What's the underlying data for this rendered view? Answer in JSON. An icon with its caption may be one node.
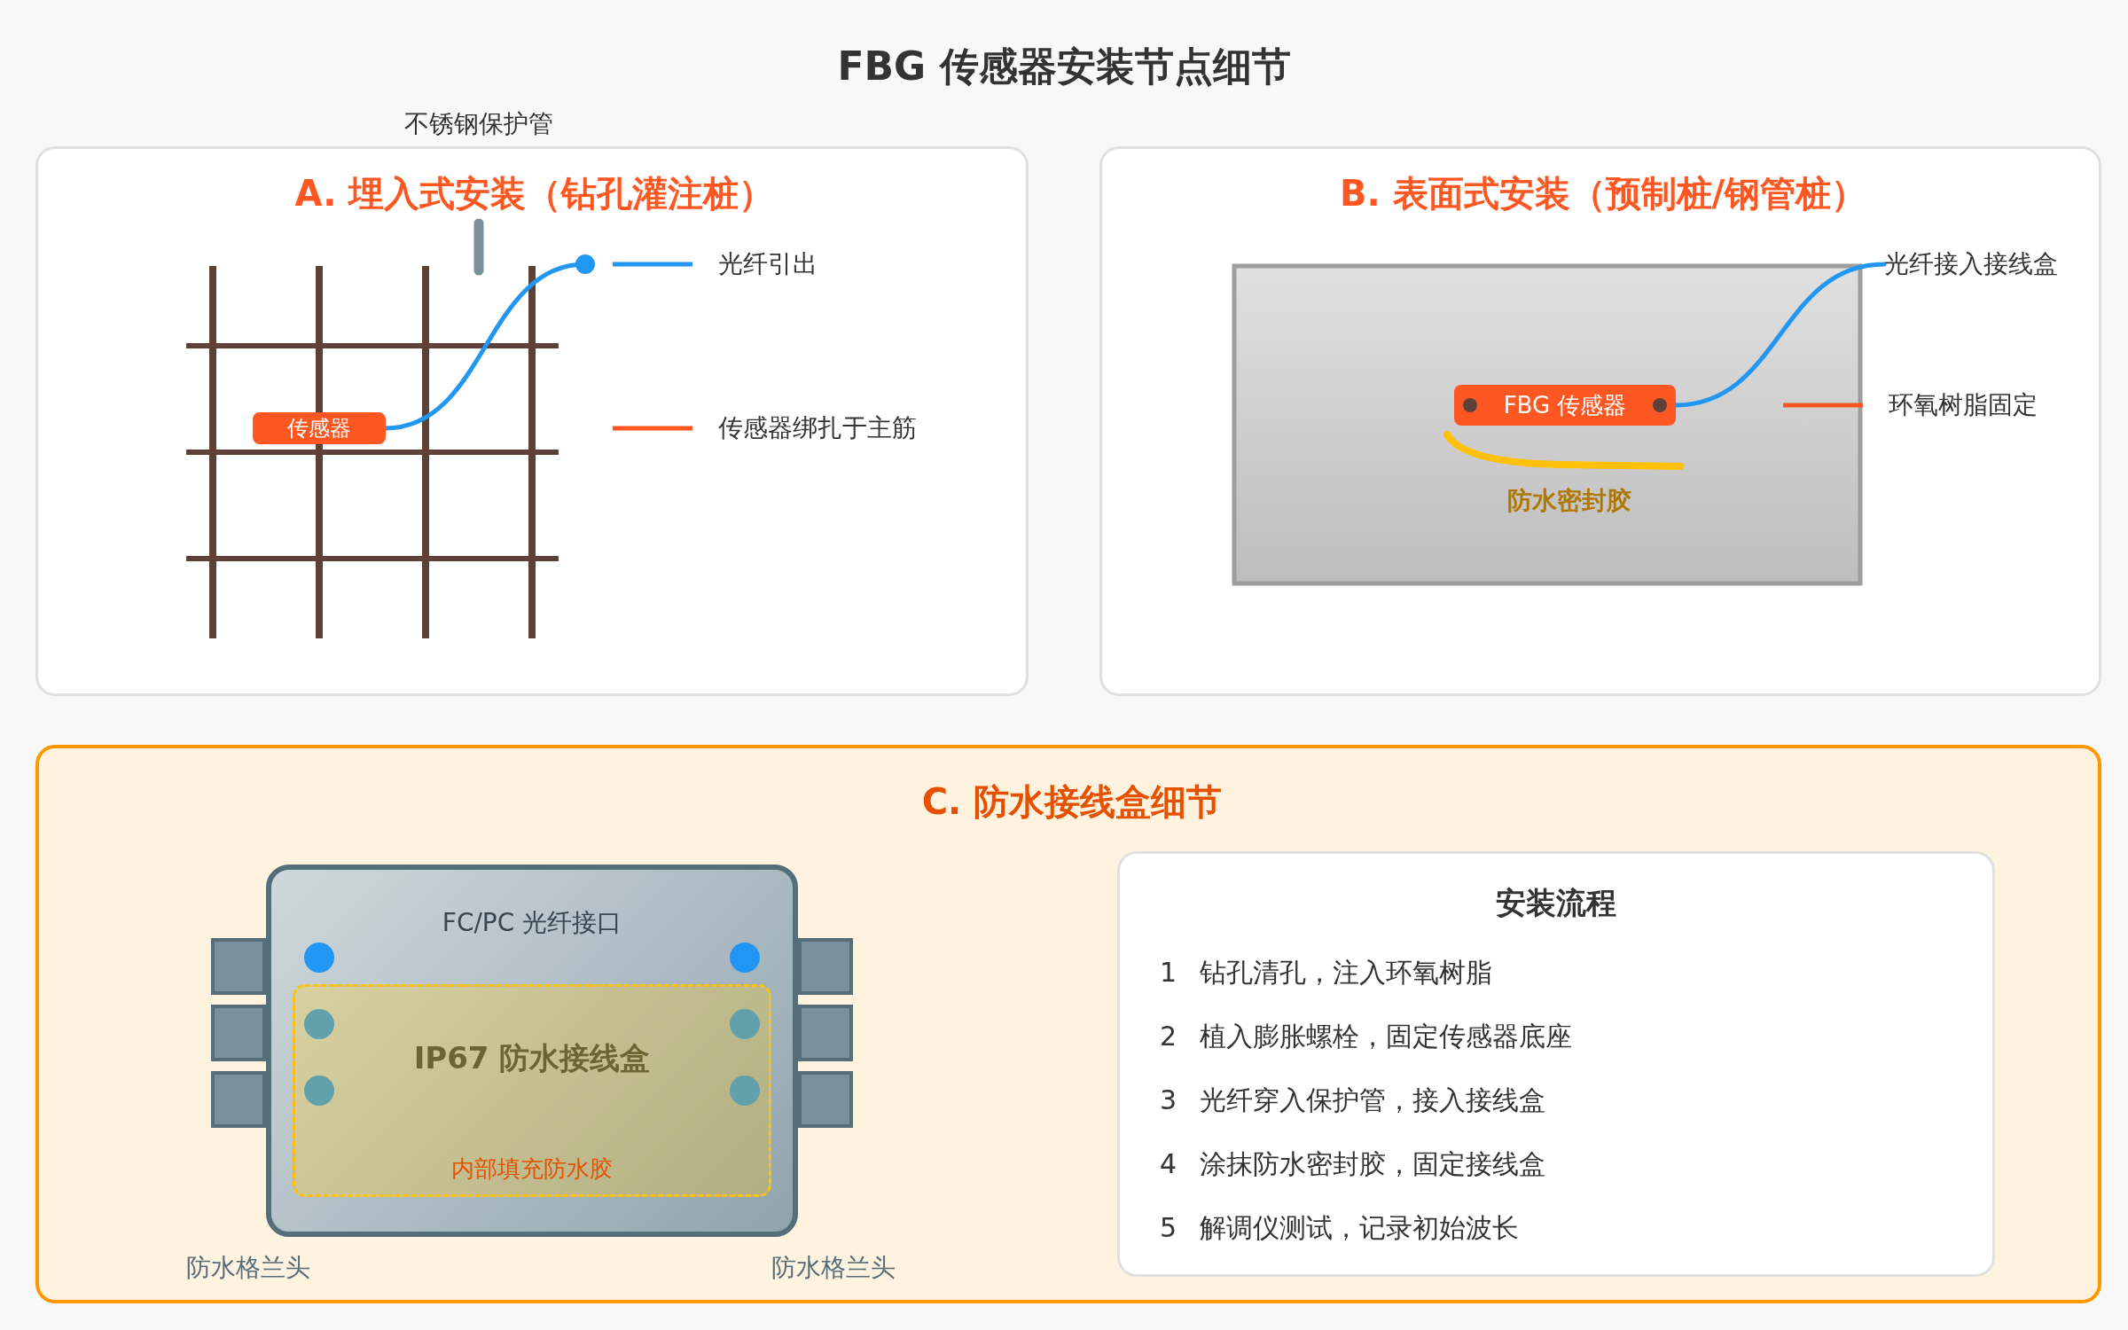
{
  "diagram": {
    "title": "FBG 传感器安装节点细节",
    "nodes": [
      {
        "text": [
          "A. 埋入式安装（钻孔灌注桩）"
        ]
      },
      {
        "text": [
          "传感器"
        ],
        "in": 0
      },
      {
        "text": [
          "B. 表面式安装（预制桩/钢管桩）"
        ]
      },
      {
        "text": [
          "FBG 传感器"
        ],
        "in": 2
      },
      {
        "text": [
          "光纤接入接线盒"
        ],
        "in": 2
      },
      {
        "text": [
          "C. 防水接线盒细节"
        ]
      },
      {
        "text": [
          "FC/PC 光纤接口"
        ],
        "in": 5
      },
      {
        "text": [
          "IP67 防水接线盒",
          "内部填充防水胶"
        ],
        "in": 6
      },
      {
        "text": [
          "安装流程",
          "1",
          "钻孔清孔，注入环氧树脂",
          "2",
          "植入膨胀螺栓，固定传感器底座",
          "3",
          "光纤穿入保护管，接入接线盒",
          "4",
          "涂抹防水密封胶，固定接线盒",
          "5",
          "解调仪测试，记录初始波长"
        ],
        "in": 5
      }
    ],
    "edges": [
      {
        "from": 1,
        "to": null,
        "arrow": "other",
        "color": "#2196f3"
      },
      {
        "from": 3,
        "to": 4,
        "arrow": "none",
        "color": "#2196f3"
      }
    ],
    "labels": [
      "不锈钢保护管",
      "防水密封胶",
      "防水格兰头",
      "防水格兰头"
    ],
    "legend": [
      {
        "text": "光纤引出"
      },
      {
        "text": "传感器绑扎于主筋"
      },
      {
        "text": "环氧树脂固定"
      }
    ]
  }
}
